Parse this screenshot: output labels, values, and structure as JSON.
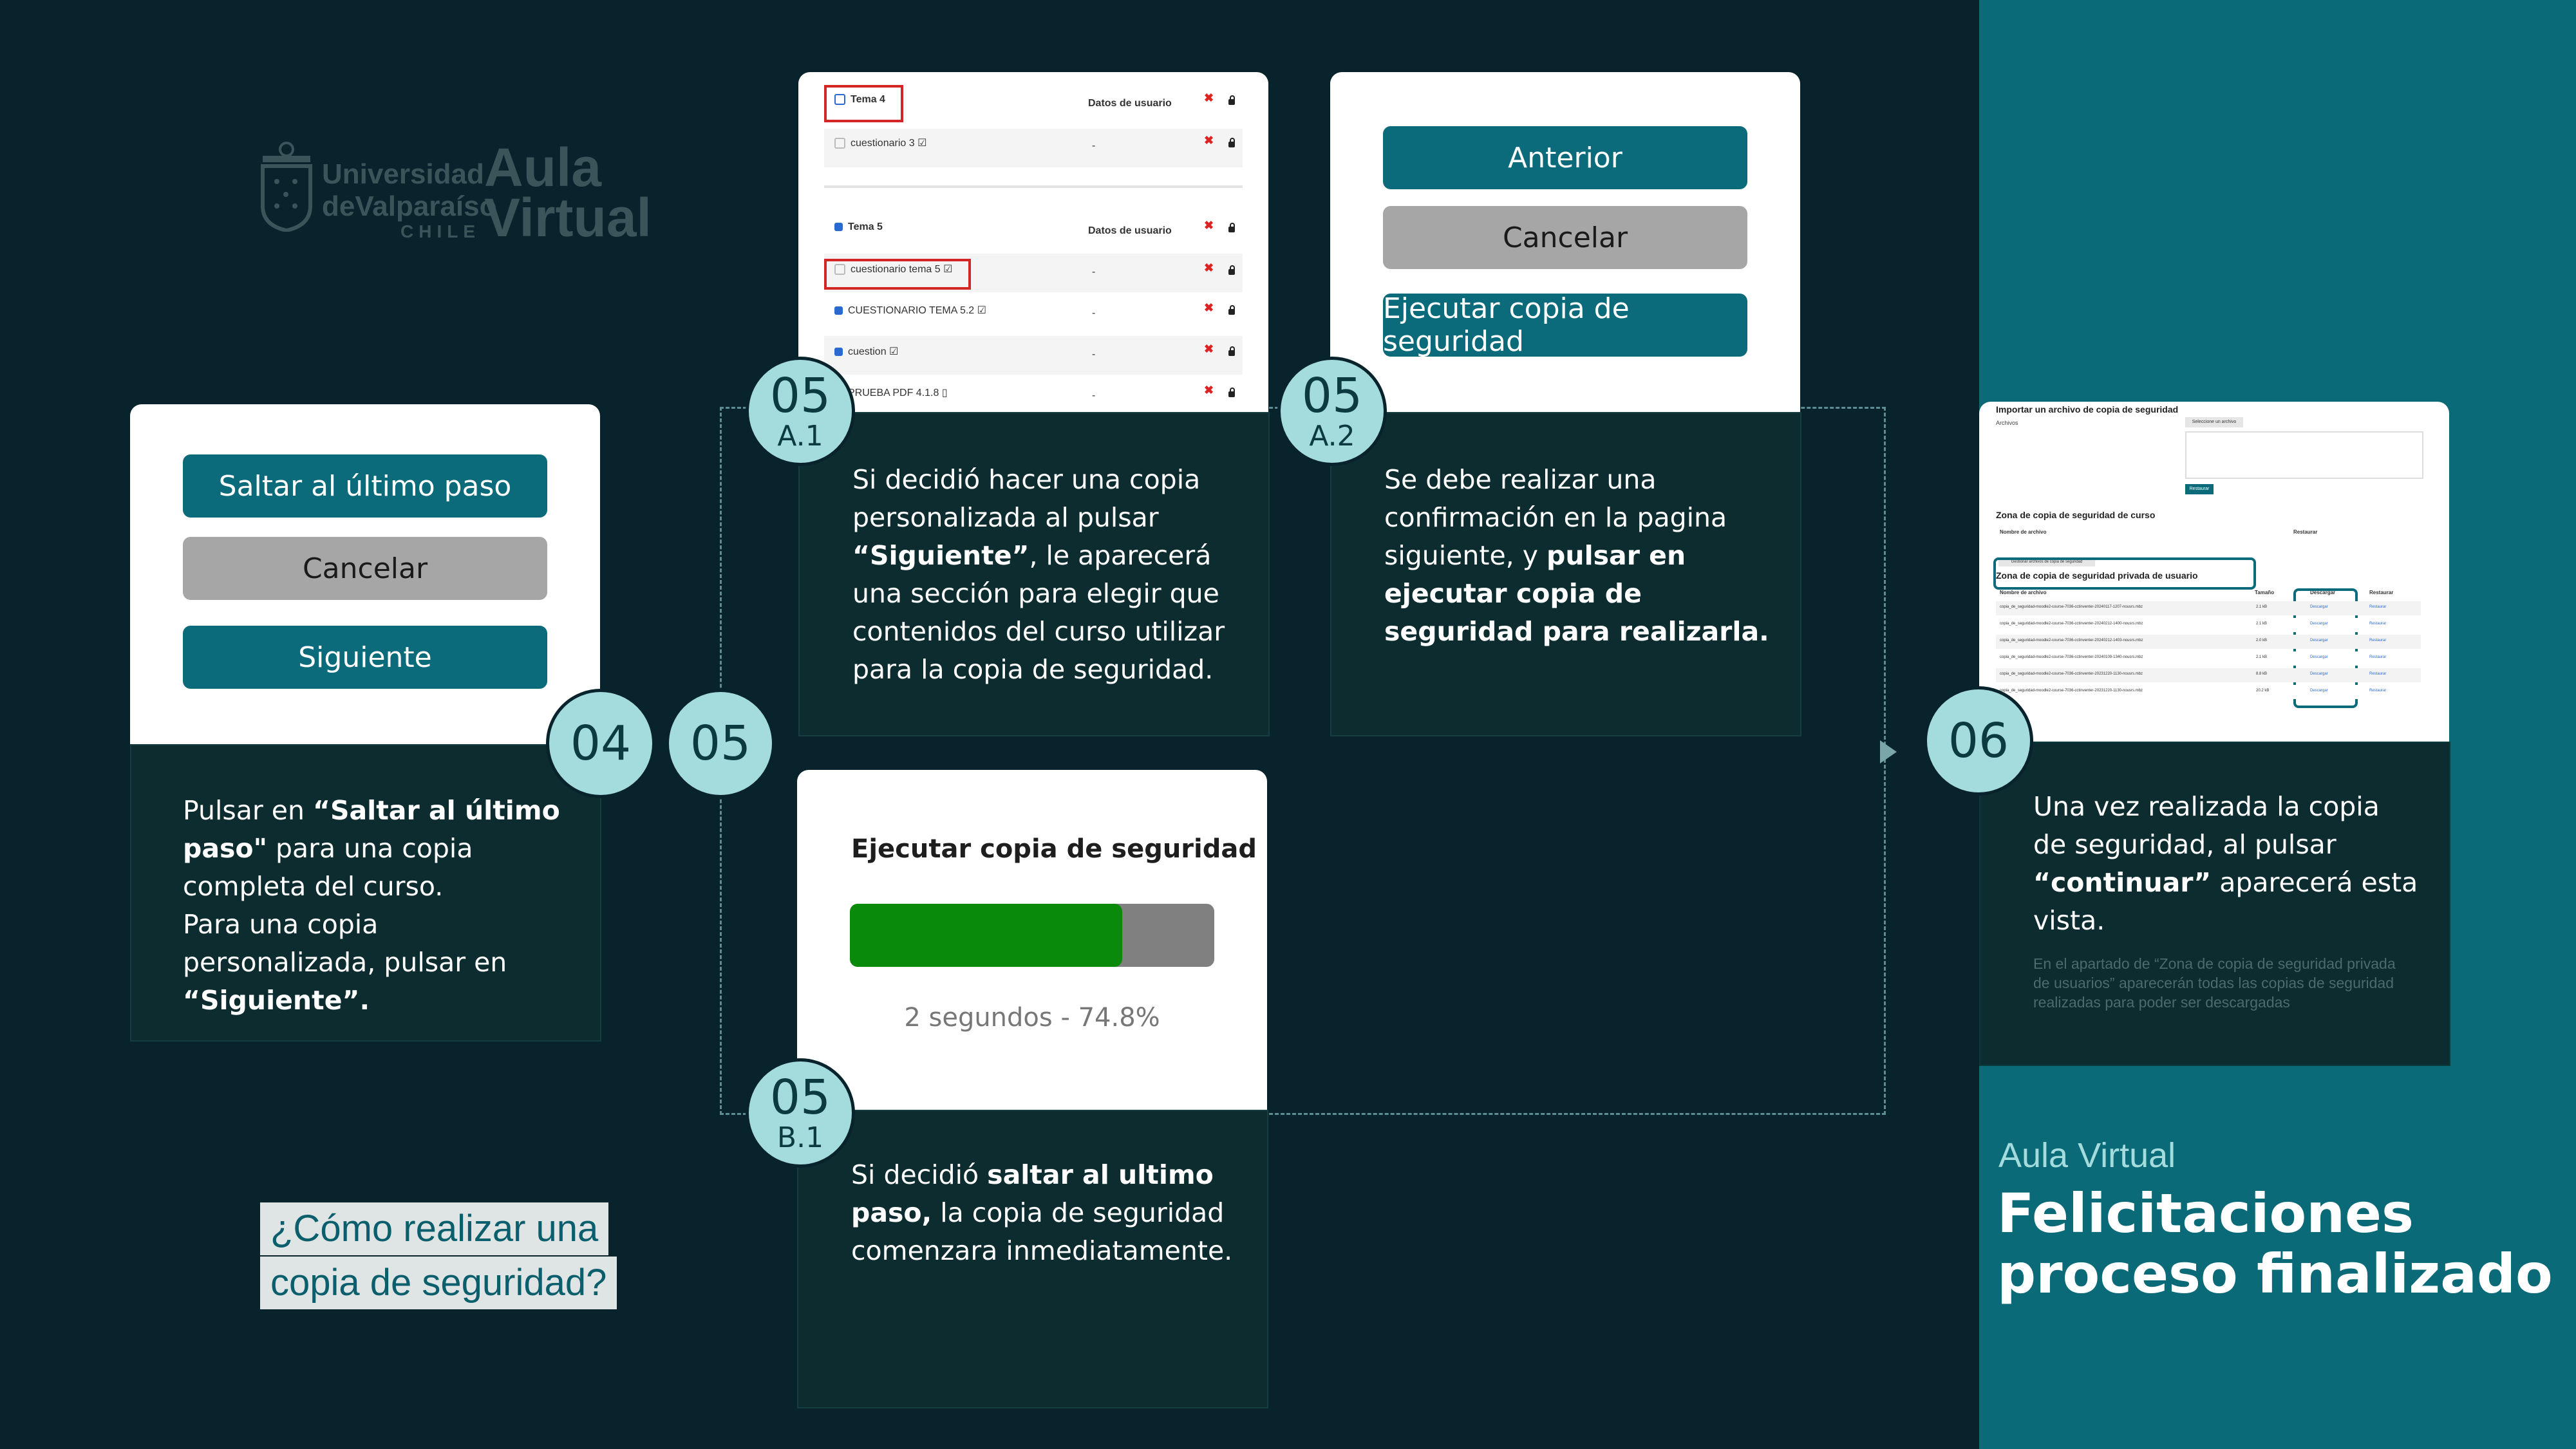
{
  "logo": {
    "university_line1": "Universidad",
    "university_line2": "deValparaíso",
    "university_line3": "CHILE",
    "brand_line1": "Aula",
    "brand_line2": "Virtual"
  },
  "title_tag": {
    "line1": "¿Cómo realizar una",
    "line2": "copia de seguridad?"
  },
  "step04": {
    "number": "04",
    "buttons": {
      "skip": "Saltar al último paso",
      "cancel": "Cancelar",
      "next": "Siguiente"
    },
    "text": {
      "p1_pre": "Pulsar en ",
      "p1_bold": "“Saltar al último paso\"",
      "p1_post": " para una copia completa del curso.",
      "p2_pre": "Para una copia personalizada, pulsar en ",
      "p2_bold": "“Siguiente”."
    }
  },
  "step05": {
    "number": "05"
  },
  "step05a1": {
    "number": "05",
    "sub": "A.1",
    "table": {
      "header_col": "Datos de usuario",
      "rows": [
        {
          "label": "Tema 4",
          "checked": false,
          "bold": true,
          "boxed": true
        },
        {
          "label": "cuestionario 3",
          "checked": false,
          "bold": false,
          "boxed": false
        },
        {
          "label": "Tema 5",
          "checked": true,
          "bold": true,
          "boxed": false
        },
        {
          "label": "cuestionario tema 5",
          "checked": false,
          "bold": false,
          "boxed": true
        },
        {
          "label": "CUESTIONARIO TEMA 5.2",
          "checked": true,
          "bold": false,
          "boxed": false
        },
        {
          "label": "cuestion",
          "checked": true,
          "bold": false,
          "boxed": false
        },
        {
          "label": "PRUEBA PDF 4.1.8",
          "checked": true,
          "bold": false,
          "boxed": false
        }
      ],
      "dash": "-"
    },
    "text": {
      "pre": "Si decidió hacer una copia personalizada  al pulsar ",
      "bold": "“Siguiente”",
      "post": ", le aparecerá una sección para elegir que contenidos del curso utilizar para la copia de seguridad."
    }
  },
  "step05a2": {
    "number": "05",
    "sub": "A.2",
    "buttons": {
      "previous": "Anterior",
      "cancel": "Cancelar",
      "execute": "Ejecutar copia de seguridad"
    },
    "text": {
      "pre": "Se debe realizar una confirmación en la pagina siguiente, y ",
      "bold": "pulsar en ejecutar copia de seguridad para realizarla."
    }
  },
  "step05b1": {
    "number": "05",
    "sub": "B.1",
    "progress_title": "Ejecutar copia de seguridad",
    "progress_value": 0.748,
    "progress_label": "2 segundos - 74.8%",
    "text": {
      "pre": "Si decidió ",
      "bold": "saltar al ultimo paso,",
      "post": " la copia de seguridad comenzara inmediatamente."
    }
  },
  "step06": {
    "number": "06",
    "mini": {
      "import_title": "Importar un archivo de copia de seguridad",
      "files_label": "Archivos",
      "select_btn": "Seleccione un archivo",
      "restore_btn": "Restaurar",
      "zone_course": "Zona de copia de seguridad de curso",
      "col_name": "Nombre de archivo",
      "col_restore": "Restaurar",
      "manage_btn": "Gestionar archivos de copia de seguridad",
      "zone_private": "Zona de copia de seguridad privada de usuario",
      "col_size": "Tamaño",
      "col_download": "Descargar",
      "download": "Descargar",
      "restore": "Restaurar",
      "files": [
        {
          "name": "copia_de_seguridad-moodle2-course-7036-cctinventer-20240117-1207-nousrs.mbz",
          "size": "2.1 kB"
        },
        {
          "name": "copia_de_seguridad-moodle2-course-7036-cctinventer-20240212-1400-nousrs.mbz",
          "size": "2.1 kB"
        },
        {
          "name": "copia_de_seguridad-moodle2-course-7036-cctinventer-20240212-1403-nousrs.mbz",
          "size": "2.0 kB"
        },
        {
          "name": "copia_de_seguridad-moodle2-course-7036-cctinventer-20240109-1340-nousrs.mbz",
          "size": "2.1 kB"
        },
        {
          "name": "copia_de_seguridad-moodle2-course-7036-cctinventer-20231220-1130-nousrs.mbz",
          "size": "8.8 kB"
        },
        {
          "name": "copia_de_seguridad-moodle2-course-7036-cctinventer-20231220-1130-nousrs.mbz",
          "size": "20.2 kB"
        }
      ]
    },
    "text": {
      "pre": "Una vez realizada la copia de seguridad, al pulsar ",
      "bold": "“continuar”",
      "post": " aparecerá esta vista."
    },
    "note": "En el apartado de “Zona de copia de seguridad privada de usuarios” aparecerán todas las copias de seguridad realizadas para poder ser descargadas"
  },
  "final": {
    "subtitle": "Aula Virtual",
    "title_line1": "Felicitaciones",
    "title_line2": "proceso finalizado"
  },
  "colors": {
    "background": "#08232b",
    "panel": "#0a6a78",
    "teal_button": "#0b6b7a",
    "grey_button": "#a6a6a6",
    "circle": "#a4dcde",
    "progress": "#0a8a0a"
  }
}
